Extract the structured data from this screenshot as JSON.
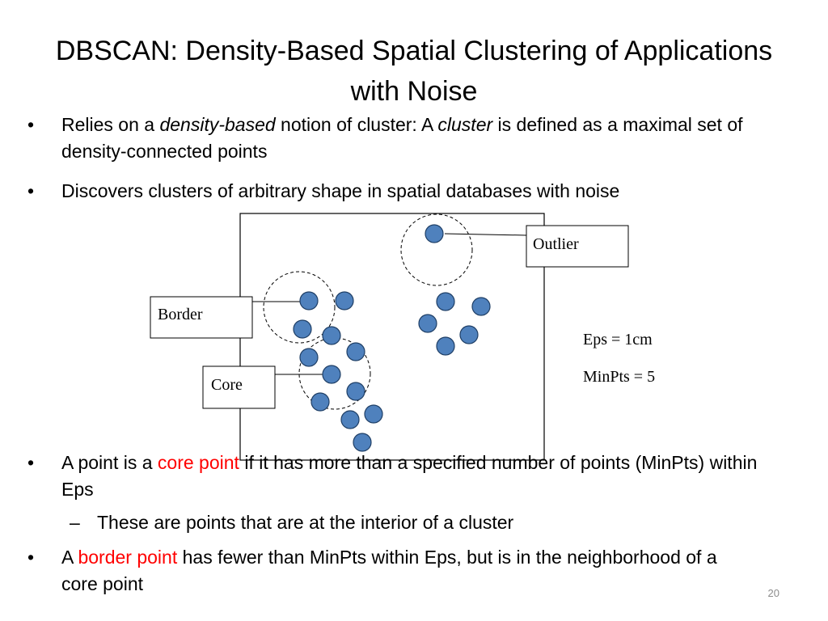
{
  "slide": {
    "title": "DBSCAN: Density-Based Spatial Clustering of Applications with Noise",
    "page_number": "20"
  },
  "bullets": [
    {
      "pre": "Relies on a ",
      "em1": "density-based",
      "mid": " notion of cluster:  A ",
      "em2": "cluster",
      "post": " is defined as a maximal set of density-connected points"
    },
    {
      "text": "Discovers clusters of arbitrary shape in spatial databases with noise"
    },
    {
      "pre": "A point is a ",
      "highlight": "core point",
      "post": " if it has more than a specified number of points (MinPts) within Eps"
    },
    {
      "pre": "A ",
      "highlight": "border point",
      "post": " has fewer than MinPts within Eps, but is in the neighborhood of a core point"
    }
  ],
  "sub_bullet": {
    "text": "These are points that are at the interior of a cluster"
  },
  "diagram": {
    "labels": {
      "outlier": "Outlier",
      "border": "Border",
      "core": "Core"
    },
    "params": {
      "eps": "Eps = 1cm",
      "minpts": "MinPts = 5"
    },
    "colors": {
      "point_fill": "#4f81bd",
      "point_stroke": "#1f3f66",
      "highlight": "#ff0000"
    }
  }
}
